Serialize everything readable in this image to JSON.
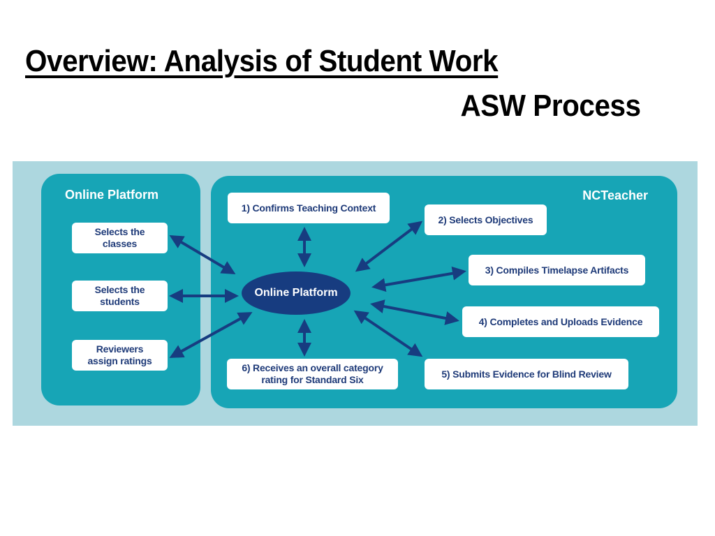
{
  "slide": {
    "title": "Overview: Analysis of Student Work",
    "subtitle": "ASW Process"
  },
  "diagram": {
    "colors": {
      "background": "#add7df",
      "panel": "#17a5b6",
      "hub": "#173c80",
      "arrow": "#173c80",
      "box_text": "#1e3a78"
    },
    "left_panel": {
      "title": "Online Platform",
      "items": [
        "Selects the\nclasses",
        "Selects the\nstudents",
        "Reviewers\nassign ratings"
      ]
    },
    "right_panel": {
      "title": "NCTeacher",
      "hub_label": "Online Platform",
      "steps": [
        "1) Confirms Teaching Context",
        "2) Selects Objectives",
        "3) Compiles Timelapse Artifacts",
        "4) Completes and Uploads Evidence",
        "5) Submits Evidence for Blind Review",
        "6) Receives an overall category\nrating for Standard Six"
      ]
    }
  }
}
